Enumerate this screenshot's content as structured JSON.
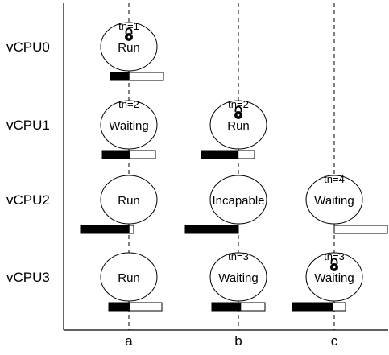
{
  "rows": [
    {
      "label": "vCPU0"
    },
    {
      "label": "vCPU1"
    },
    {
      "label": "vCPU2"
    },
    {
      "label": "vCPU3"
    }
  ],
  "columns": [
    {
      "label": "a"
    },
    {
      "label": "b"
    },
    {
      "label": "c"
    }
  ],
  "nodes": [
    {
      "row": 0,
      "col": 0,
      "state": "Run",
      "tn": "tn=1",
      "locked": true,
      "progress": 0.36
    },
    {
      "row": 1,
      "col": 0,
      "state": "Waiting",
      "tn": "tn=2",
      "locked": false,
      "progress": 0.52
    },
    {
      "row": 1,
      "col": 1,
      "state": "Run",
      "tn": "tn=2",
      "locked": true,
      "progress": 0.7
    },
    {
      "row": 2,
      "col": 0,
      "state": "Run",
      "tn": "",
      "locked": false,
      "progress": 0.92
    },
    {
      "row": 2,
      "col": 1,
      "state": "Incapable",
      "tn": "",
      "locked": false,
      "progress": 1.0
    },
    {
      "row": 2,
      "col": 2,
      "state": "Waiting",
      "tn": "tn=4",
      "locked": false,
      "progress": 0.0
    },
    {
      "row": 3,
      "col": 0,
      "state": "Run",
      "tn": "",
      "locked": false,
      "progress": 0.4
    },
    {
      "row": 3,
      "col": 1,
      "state": "Waiting",
      "tn": "tn=3",
      "locked": false,
      "progress": 0.55
    },
    {
      "row": 3,
      "col": 2,
      "state": "Waiting",
      "tn": "tn=3",
      "locked": true,
      "progress": 0.77
    }
  ]
}
